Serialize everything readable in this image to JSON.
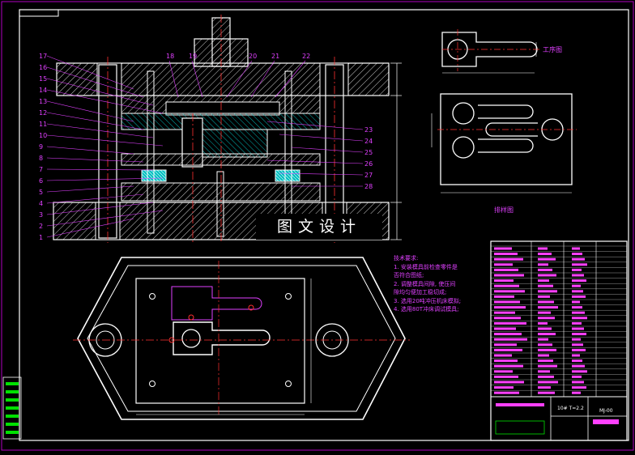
{
  "drawing": {
    "watermark": "图文设计",
    "part_numbers_left": [
      "17",
      "16",
      "15",
      "14",
      "13",
      "12",
      "11",
      "10",
      "9",
      "8",
      "7",
      "6",
      "5",
      "4",
      "3",
      "2",
      "1"
    ],
    "part_numbers_top": [
      "18",
      "19",
      "20",
      "21",
      "22"
    ],
    "part_numbers_right": [
      "23",
      "24",
      "25",
      "26",
      "27",
      "28"
    ],
    "workpiece_label": "工序图",
    "strip_label": "排样图",
    "title_block_spec": "10# T=2.2",
    "drawing_code": "MJ-00",
    "technical_requirements": {
      "title": "技术要求:",
      "lines": [
        "1. 安装模具前检查零件是",
        "否符合图纸;",
        "2. 调整模具间隙, 使压间",
        "隙均匀便加工稳切成;",
        "3. 选用20吨冲压机床模拟;",
        "4. 选用80T冲床调试模具;"
      ]
    },
    "colors": {
      "background": "#000000",
      "outline": "#ffffff",
      "annotation": "#e040ff",
      "centerline": "#ff3030",
      "hatch_cyan": "#00e0e0",
      "green": "#00e000"
    }
  }
}
